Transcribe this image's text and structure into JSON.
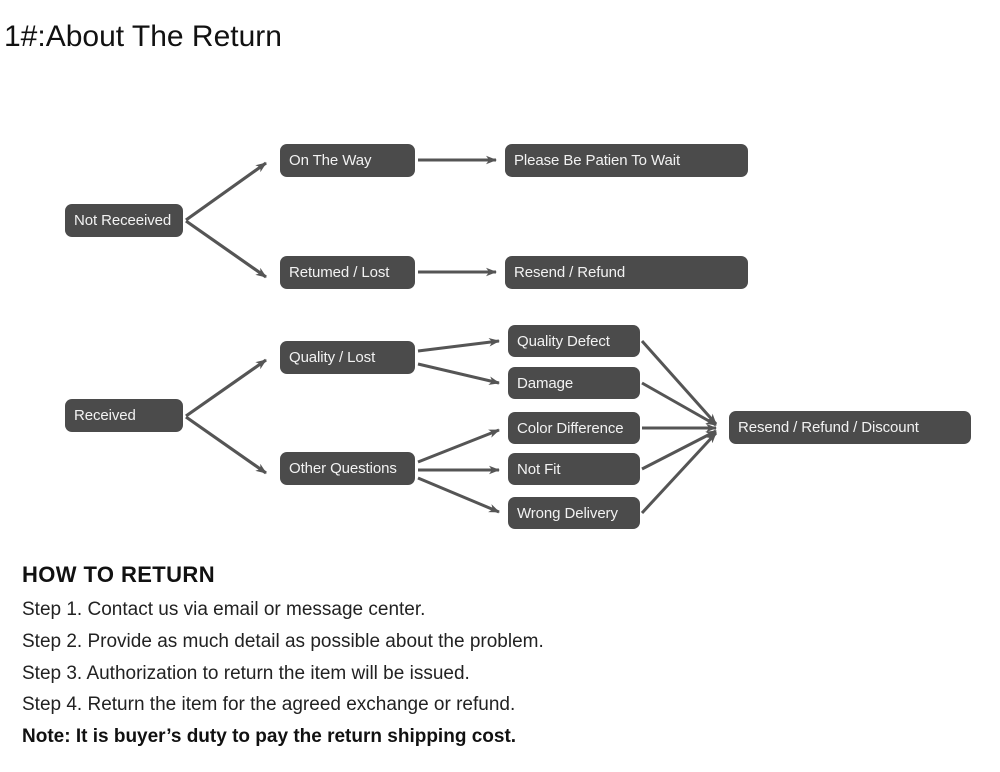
{
  "page": {
    "title": "1#:About The Return",
    "background_color": "#ffffff",
    "node_fill_color": "#4b4b4b",
    "node_text_color": "#f2f2f2",
    "arrow_color": "#555555",
    "text_color": "#222222"
  },
  "diagram": {
    "type": "flowchart",
    "branches": [
      {
        "id": "not-received",
        "root": "Not Receeived",
        "children": [
          {
            "label": "On The Way",
            "outcome": "Please Be Patien To Wait"
          },
          {
            "label": "Retumed / Lost",
            "outcome": "Resend / Refund"
          }
        ]
      },
      {
        "id": "received",
        "root": "Received",
        "children": [
          {
            "label": "Quality / Lost",
            "reasons": [
              "Quality Defect",
              "Damage"
            ]
          },
          {
            "label": "Other Questions",
            "reasons": [
              "Color Difference",
              "Not Fit",
              "Wrong Delivery"
            ]
          }
        ],
        "outcome": "Resend / Refund / Discount"
      }
    ],
    "nodes": {
      "not_received": "Not Receeived",
      "on_the_way": "On The Way",
      "returned_lost": "Retumed / Lost",
      "please_wait": "Please Be Patien To Wait",
      "resend_refund": "Resend / Refund",
      "received": "Received",
      "quality_lost": "Quality / Lost",
      "other_questions": "Other Questions",
      "quality_defect": "Quality Defect",
      "damage": "Damage",
      "color_difference": "Color Difference",
      "not_fit": "Not Fit",
      "wrong_delivery": "Wrong Delivery",
      "resend_refund_discount": "Resend / Refund / Discount"
    }
  },
  "howto": {
    "heading": "HOW TO RETURN",
    "steps": [
      "Step 1. Contact us via email or message center.",
      "Step 2. Provide as much detail as possible about the problem.",
      "Step 3. Authorization to return the item will be issued.",
      "Step 4. Return the item for the agreed exchange or refund."
    ],
    "note": "Note: It is buyer’s duty to pay the return shipping cost."
  }
}
